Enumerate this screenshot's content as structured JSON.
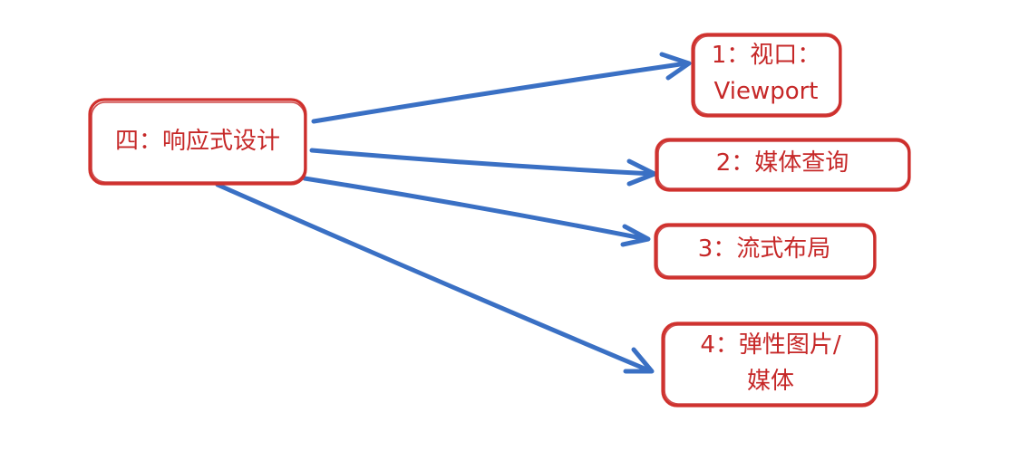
{
  "diagram": {
    "root": {
      "label": "四：响应式设计"
    },
    "children": [
      {
        "label_lines": [
          "1：视口：",
          "Viewport"
        ]
      },
      {
        "label_lines": [
          "2：媒体查询"
        ]
      },
      {
        "label_lines": [
          "3：流式布局"
        ]
      },
      {
        "label_lines": [
          "4：弹性图片/",
          "媒体"
        ]
      }
    ],
    "colors": {
      "node_border": "#d0312d",
      "node_text": "#c62828",
      "edge": "#3a70c4",
      "background": "#ffffff"
    }
  }
}
